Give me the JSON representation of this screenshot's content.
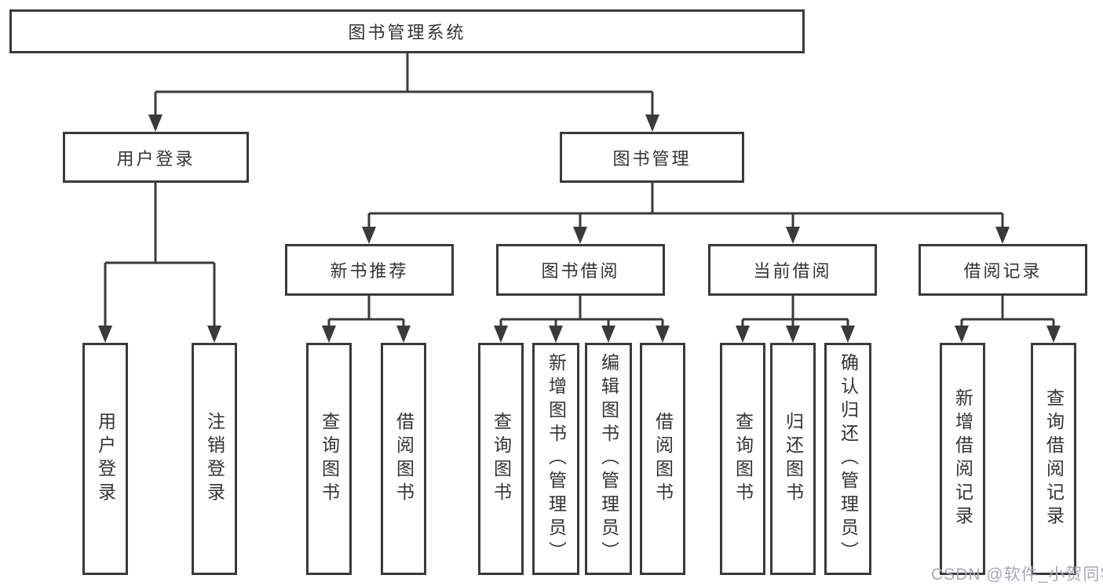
{
  "diagram": {
    "type": "tree",
    "title": "图书管理系统",
    "hierarchy": {
      "图书管理系统": {
        "用户登录": [
          "用户登录",
          "注销登录"
        ],
        "图书管理": {
          "新书推荐": [
            "查询图书",
            "借阅图书"
          ],
          "图书借阅": [
            "查询图书",
            "新增图书（管理员）",
            "编辑图书（管理员）",
            "借阅图书"
          ],
          "当前借阅": [
            "查询图书",
            "归还图书",
            "确认归还（管理员）"
          ],
          "借阅记录": [
            "新增借阅记录",
            "查询借阅记录"
          ]
        }
      }
    }
  },
  "nodes": {
    "root": {
      "label": "图书管理系统"
    },
    "user_login": {
      "label": "用户登录"
    },
    "book_management": {
      "label": "图书管理"
    },
    "new_book_recommend": {
      "label": "新书推荐"
    },
    "book_borrow": {
      "label": "图书借阅"
    },
    "current_borrow": {
      "label": "当前借阅"
    },
    "borrow_records": {
      "label": "借阅记录"
    },
    "login": {
      "label": "用户登录"
    },
    "logout": {
      "label": "注销登录"
    },
    "nr_query_book": {
      "label": "查询图书"
    },
    "nr_borrow_book": {
      "label": "借阅图书"
    },
    "bb_query_book": {
      "label": "查询图书"
    },
    "bb_add_book": {
      "label": "新增图书（管理员）"
    },
    "bb_edit_book": {
      "label": "编辑图书（管理员）"
    },
    "bb_borrow_book": {
      "label": "借阅图书"
    },
    "cb_query_book": {
      "label": "查询图书"
    },
    "cb_return_book": {
      "label": "归还图书"
    },
    "cb_confirm_return": {
      "label": "确认归还（管理员）"
    },
    "br_add_record": {
      "label": "新增借阅记录"
    },
    "br_query_record": {
      "label": "查询借阅记录"
    }
  },
  "watermark": {
    "text": "CSDN @软件_小贺同学"
  },
  "colors": {
    "line": "#3a3a3a",
    "box_border": "#3a3a3a",
    "text": "#333333",
    "watermark": "#a8a8b2",
    "background": "#ffffff"
  }
}
